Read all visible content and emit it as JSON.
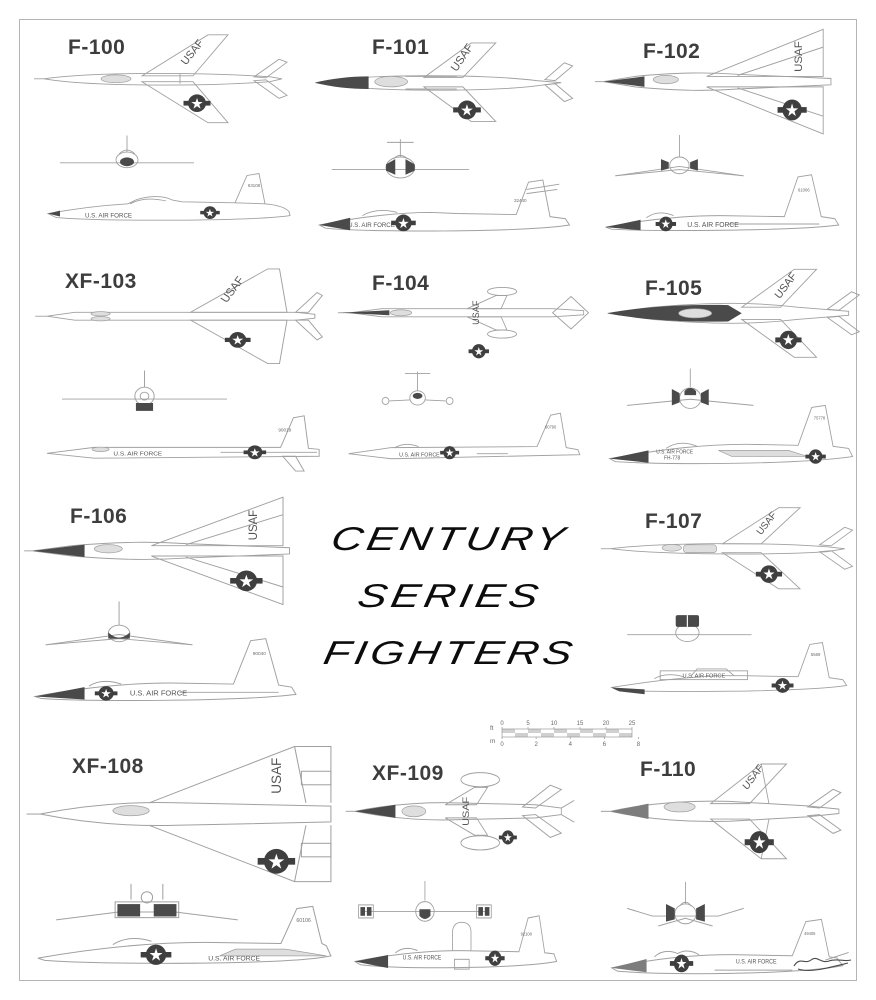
{
  "poster": {
    "title_lines": [
      "CENTURY",
      "SERIES",
      "FIGHTERS"
    ],
    "background": "#ffffff",
    "border_color": "#b5b5b5",
    "line_color": "#a0a0a0",
    "dark_fill": "#4a4a4a",
    "label_color": "#3d3d3d"
  },
  "scale_bar": {
    "ft_label": "ft",
    "m_label": "m",
    "ft_ticks": [
      "0",
      "5",
      "10",
      "15",
      "20",
      "25"
    ],
    "m_ticks": [
      "0",
      "2",
      "4",
      "6",
      "8"
    ]
  },
  "aircraft": [
    {
      "id": "f100",
      "label": "F-100",
      "wing_marking": "USAF",
      "fuselage_marking": "U.S. AIR FORCE",
      "tail_number": "63108"
    },
    {
      "id": "f101",
      "label": "F-101",
      "wing_marking": "USAF",
      "fuselage_marking": "U.S. AIR FORCE",
      "tail_number": "32440"
    },
    {
      "id": "f102",
      "label": "F-102",
      "wing_marking": "USAF",
      "fuselage_marking": "U.S. AIR FORCE",
      "tail_number": "61006"
    },
    {
      "id": "xf103",
      "label": "XF-103",
      "wing_marking": "USAF",
      "fuselage_marking": "U.S. AIR FORCE",
      "tail_number": "90019"
    },
    {
      "id": "f104",
      "label": "F-104",
      "wing_marking": "USAF",
      "fuselage_marking": "U.S. AIR FORCE",
      "tail_number": "60790"
    },
    {
      "id": "f105",
      "label": "F-105",
      "wing_marking": "USAF",
      "fuselage_marking": "U.S. AIR FORCE",
      "tail_number": "75778",
      "nose_code": "FH-778"
    },
    {
      "id": "f106",
      "label": "F-106",
      "wing_marking": "USAF",
      "fuselage_marking": "U.S. AIR FORCE",
      "tail_number": "90040"
    },
    {
      "id": "f107",
      "label": "F-107",
      "wing_marking": "USAF",
      "fuselage_marking": "U.S. AIR FORCE",
      "tail_number": "5569"
    },
    {
      "id": "xf108",
      "label": "XF-108",
      "wing_marking": "USAF",
      "fuselage_marking": "U.S. AIR FORCE",
      "tail_number": "60106"
    },
    {
      "id": "xf109",
      "label": "XF-109",
      "wing_marking": "USAF",
      "fuselage_marking": "U.S. AIR FORCE",
      "tail_number": "92108"
    },
    {
      "id": "f110",
      "label": "F-110",
      "wing_marking": "USAF",
      "fuselage_marking": "U.S. AIR FORCE",
      "tail_number": "49405"
    }
  ]
}
